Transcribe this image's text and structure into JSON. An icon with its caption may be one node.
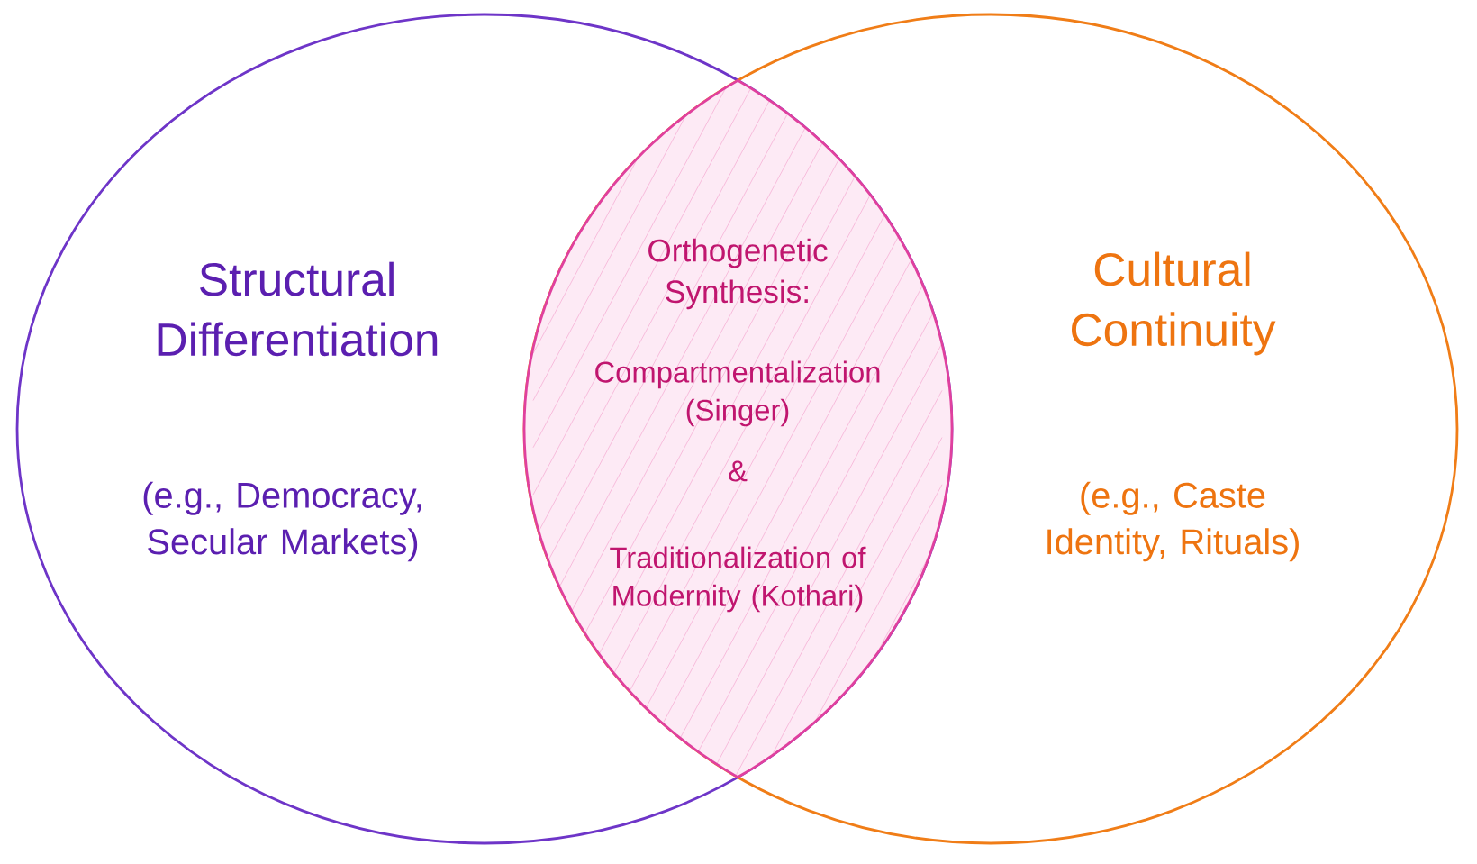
{
  "diagram": {
    "nodes": [
      {
        "text": [
          "Structural Differentiation",
          "(e.g., Democracy, Secular Markets)"
        ]
      },
      {
        "text": [
          "Cultural Continuity",
          "(e.g., Caste Identity, Rituals)"
        ]
      },
      {
        "text": [
          "Orthogenetic Synthesis:",
          "Compartmentalization (Singer)",
          "&",
          "Traditionalization of Modernity (Kothari)"
        ]
      }
    ]
  }
}
